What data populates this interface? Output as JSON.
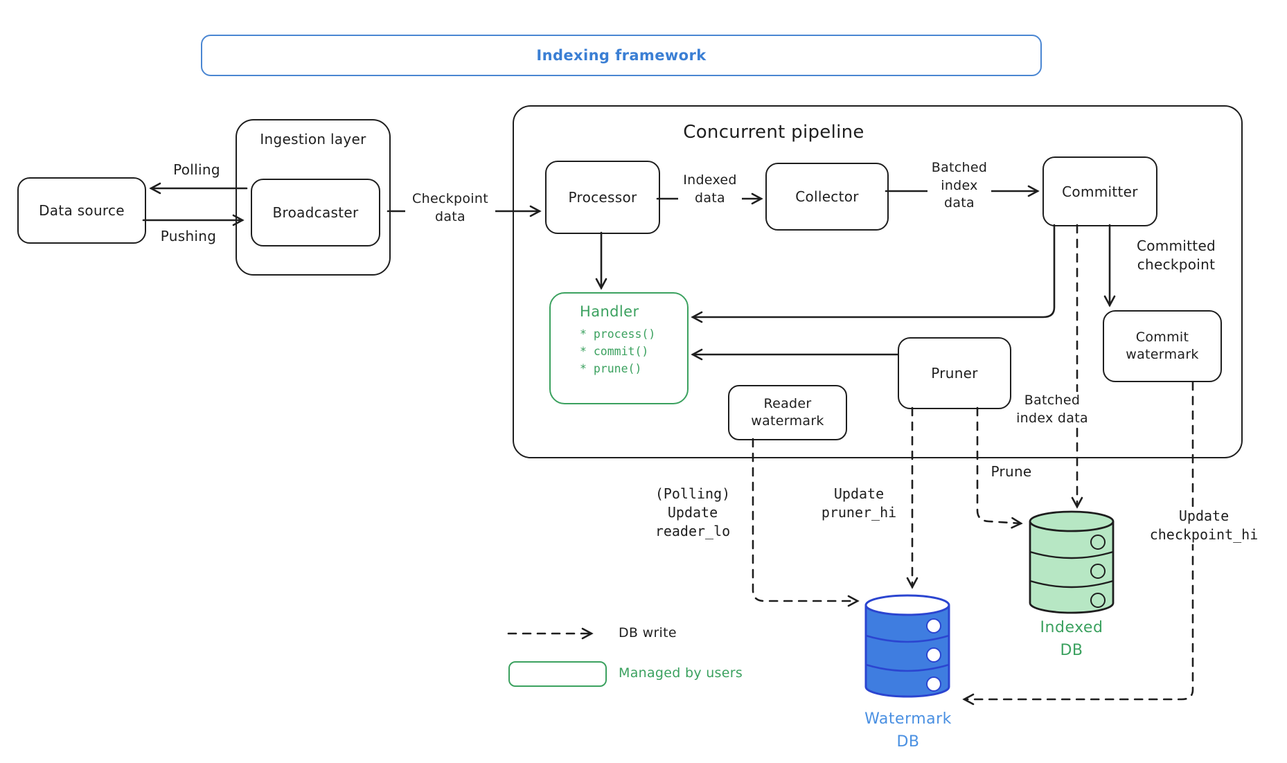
{
  "banner": {
    "label": "Indexing framework"
  },
  "nodes": {
    "data_source": "Data source",
    "ingestion_layer": "Ingestion layer",
    "broadcaster": "Broadcaster",
    "pipeline_title": "Concurrent pipeline",
    "processor": "Processor",
    "collector": "Collector",
    "committer": "Committer",
    "pruner": "Pruner",
    "reader_watermark": "Reader watermark",
    "commit_watermark": "Commit watermark"
  },
  "handler": {
    "title": "Handler",
    "methods": [
      "* process()",
      "* commit()",
      "* prune()"
    ]
  },
  "edges": {
    "polling": "Polling",
    "pushing": "Pushing",
    "checkpoint_data": "Checkpoint data",
    "indexed_data": "Indexed data",
    "batched_index_data_top": "Batched index data",
    "committed_checkpoint": "Committed checkpoint",
    "reader_lo": "(Polling) Update reader_lo",
    "pruner_hi": "Update pruner_hi",
    "prune": "Prune",
    "batched_index_data_bottom": "Batched index data",
    "checkpoint_hi": "Update checkpoint_hi"
  },
  "legend": {
    "db_write": "DB write",
    "managed_by_users": "Managed by users"
  },
  "databases": {
    "watermark_db": "Watermark DB",
    "indexed_db": "Indexed DB"
  },
  "colors": {
    "ink": "#1e1e1e",
    "accent_blue": "#4a86d2",
    "blue_text": "#3b7fd4",
    "green": "#3ba15f",
    "watermark_db_fill": "#3f7de0",
    "watermark_db_stroke": "#2b45d0",
    "watermark_db_label": "#4a90e2",
    "indexed_db_fill": "#b7e7c4"
  }
}
